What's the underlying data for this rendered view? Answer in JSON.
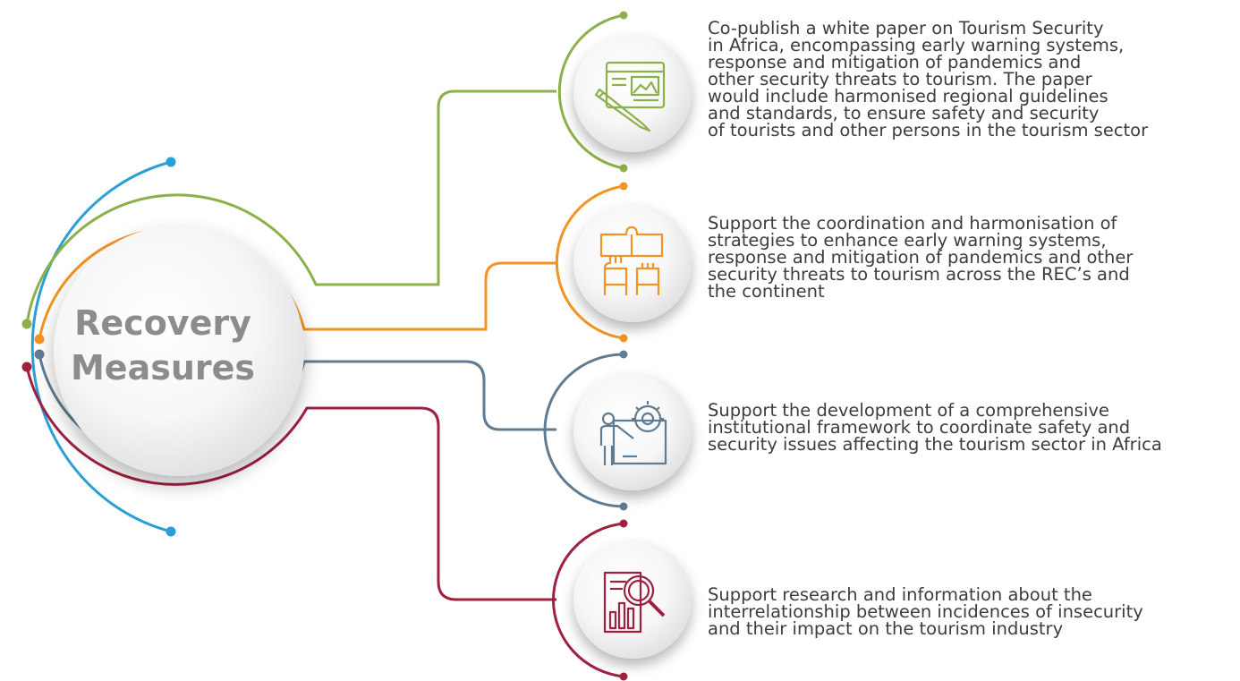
{
  "center": {
    "line1": "Recovery",
    "line2": "Measures"
  },
  "colors": {
    "blue": "#2a9fd6",
    "green": "#8cb04a",
    "orange": "#f39324",
    "slate": "#5f7c93",
    "crimson": "#a0203f",
    "center_text": "#8c8c8c"
  },
  "items": [
    {
      "color": "#8cb04a",
      "icon": "web-design-pen-icon",
      "text": "Co-publish a white paper on Tourism Security\nin Africa, encompassing early warning systems,\nresponse and mitigation of pandemics and\nother security threats to tourism. The paper\nwould include harmonised regional guidelines\nand standards, to ensure safety and security\nof tourists and other persons in the tourism sector"
    },
    {
      "color": "#f39324",
      "icon": "puzzle-hands-icon",
      "text": "Support the coordination and harmonisation of\nstrategies to enhance early warning systems,\nresponse and mitigation of pandemics and other\nsecurity threats to tourism across the REC’s and\nthe continent"
    },
    {
      "color": "#5f7c93",
      "icon": "person-gear-icon",
      "text": "Support the development of a comprehensive\ninstitutional framework to coordinate safety and\nsecurity issues affecting the tourism sector in Africa"
    },
    {
      "color": "#a0203f",
      "icon": "research-magnifier-icon",
      "text": "Support research and information about the\ninterrelationship between incidences of insecurity\nand their impact on the tourism industry"
    }
  ]
}
